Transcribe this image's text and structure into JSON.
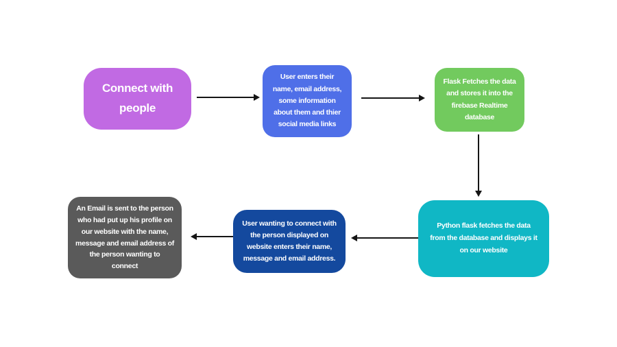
{
  "diagram": {
    "background_color": "#ffffff",
    "arrow_color": "#151515",
    "text_color": "#ffffff",
    "nodes": [
      {
        "id": "connect-with-people",
        "label": "Connect with\npeople",
        "color": "#c16ae3"
      },
      {
        "id": "user-enters-details",
        "label": "User enters their\nname, email address,\nsome information\nabout them and thier\nsocial media links",
        "color": "#4f6fe8"
      },
      {
        "id": "flask-stores-data",
        "label": "Flask Fetches the data\nand stores it into the\nfirebase Realtime\ndatabase",
        "color": "#72ca5e"
      },
      {
        "id": "python-displays-data",
        "label": "Python flask fetches the data\nfrom the database and displays it\non our website",
        "color": "#10b7c5"
      },
      {
        "id": "user-wanting-connect",
        "label": "User wanting to connect with\nthe person displayed on\nwebsite enters their name,\nmessage and email address.",
        "color": "#14499e"
      },
      {
        "id": "email-sent-to-person",
        "label": "An Email is sent to the person\nwho had put up his profile on\nour website with  the name,\nmessage and email address  of\nthe person wanting  to\nconnect",
        "color": "#5a5a5a"
      }
    ],
    "edges": [
      {
        "from": "connect-with-people",
        "to": "user-enters-details",
        "direction": "right"
      },
      {
        "from": "user-enters-details",
        "to": "flask-stores-data",
        "direction": "right"
      },
      {
        "from": "flask-stores-data",
        "to": "python-displays-data",
        "direction": "down"
      },
      {
        "from": "python-displays-data",
        "to": "user-wanting-connect",
        "direction": "left"
      },
      {
        "from": "user-wanting-connect",
        "to": "email-sent-to-person",
        "direction": "left"
      }
    ]
  }
}
